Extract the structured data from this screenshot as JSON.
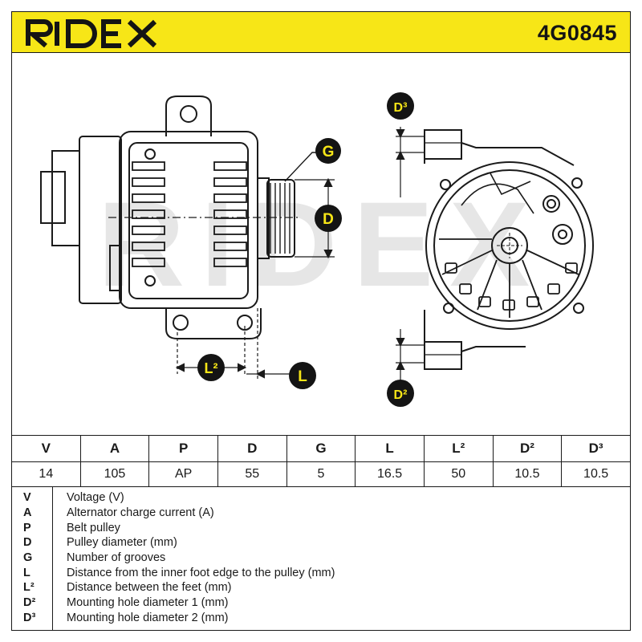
{
  "header": {
    "brand": "RIDEX",
    "part_number": "4G0845",
    "background": "#f7e617"
  },
  "watermark": "RIDEX",
  "dimension_badges": {
    "g": "G",
    "d": "D",
    "l2": "L²",
    "l": "L",
    "d3": "D³",
    "d2": "D²"
  },
  "spec_table": {
    "headers": [
      "V",
      "A",
      "P",
      "D",
      "G",
      "L",
      "L²",
      "D²",
      "D³"
    ],
    "values": [
      "14",
      "105",
      "AP",
      "55",
      "5",
      "16.5",
      "50",
      "10.5",
      "10.5"
    ]
  },
  "legend": [
    {
      "key": "V",
      "desc": "Voltage (V)"
    },
    {
      "key": "A",
      "desc": "Alternator charge current (A)"
    },
    {
      "key": "P",
      "desc": "Belt pulley"
    },
    {
      "key": "D",
      "desc": "Pulley diameter (mm)"
    },
    {
      "key": "G",
      "desc": "Number of grooves"
    },
    {
      "key": "L",
      "desc": "Distance from the inner foot edge to the pulley (mm)"
    },
    {
      "key": "L²",
      "desc": "Distance between the feet (mm)"
    },
    {
      "key": "D²",
      "desc": "Mounting hole diameter 1 (mm)"
    },
    {
      "key": "D³",
      "desc": "Mounting hole diameter 2 (mm)"
    }
  ],
  "icons": {
    "logo": "ridex-logo-icon",
    "side_view": "alternator-side-view-drawing",
    "rear_view": "alternator-rear-view-drawing"
  }
}
